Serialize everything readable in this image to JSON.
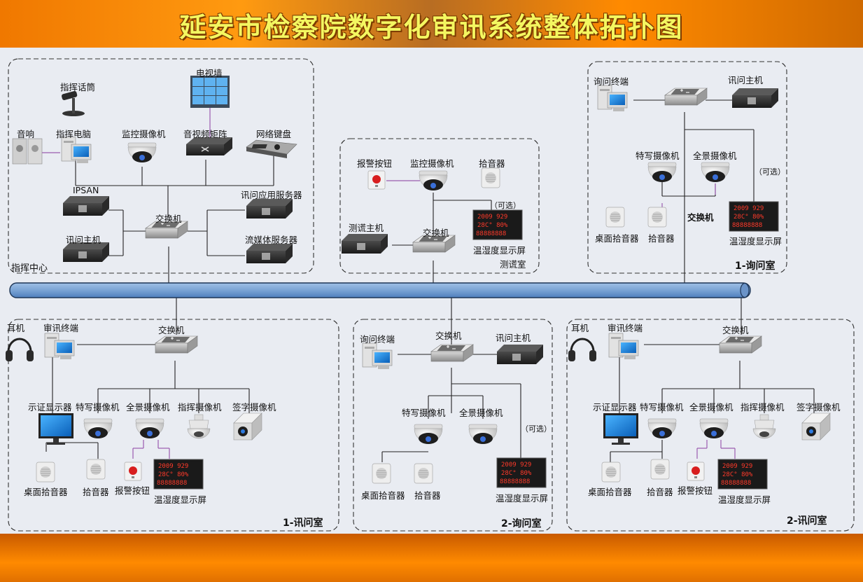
{
  "title": "延安市检察院数字化审讯系统整体拓扑图",
  "zones": {
    "command": "指挥中心",
    "test_room": "测谎室",
    "inquiry1": "1-询问室",
    "interrog1": "1-讯问室",
    "inquiry2": "2-询问室",
    "interrog2": "2-讯问室"
  },
  "labels": {
    "microphone": "指挥话筒",
    "tv_wall": "电视墙",
    "speaker": "音响",
    "command_pc": "指挥电脑",
    "monitor_cam": "监控摄像机",
    "av_matrix": "音视频矩阵",
    "network_keyboard": "网络键盘",
    "ipsan": "IPSAN",
    "app_server": "讯问应用服务器",
    "switch": "交换机",
    "interrog_host": "讯问主机",
    "stream_server": "流媒体服务器",
    "alarm_button": "报警按钮",
    "pickup": "拾音器",
    "optional": "（可选）",
    "lie_host": "测谎主机",
    "th_display": "温湿度显示屏",
    "inquiry_terminal": "询问终端",
    "inquiry_host": "讯问主机",
    "closeup_cam": "特写摄像机",
    "panorama_cam": "全景摄像机",
    "desk_pickup": "桌面拾音器",
    "earphone": "耳机",
    "interrog_terminal": "审讯终端",
    "evidence_display": "示证显示器",
    "command_cam": "指挥摄像机",
    "sign_cam": "签字摄像机"
  },
  "led": {
    "line1": "2009 929",
    "line2": "28C° 80%",
    "line3": "88888888"
  }
}
